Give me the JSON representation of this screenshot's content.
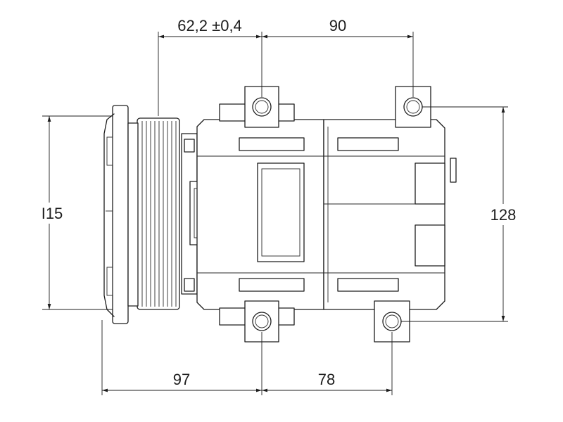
{
  "dimensions": {
    "top_left": "62,2 ±0,4",
    "top_right": "90",
    "left_height": "I15",
    "right_height": "128",
    "bottom_left": "97",
    "bottom_right": "78"
  },
  "colors": {
    "line": "#1d1d1d",
    "background": "#ffffff"
  }
}
